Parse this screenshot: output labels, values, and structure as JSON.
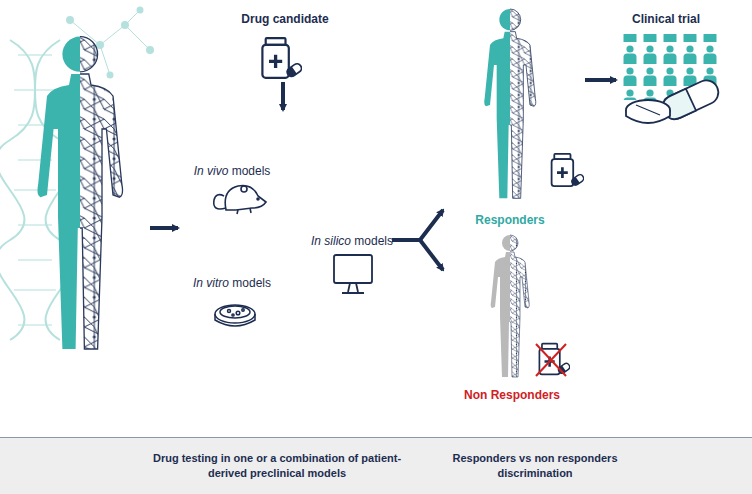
{
  "diagram": {
    "nodes": [
      {
        "text": [
          "Drug testing in one or a combination of patient-derived preclinical models",
          "Responders vs non responders discrimination"
        ]
      }
    ],
    "labels": [
      "Drug candidate",
      "In vivo models",
      "In silico models",
      "In vitro models",
      "Responders",
      "Clinical trial",
      "Non Responders"
    ]
  }
}
